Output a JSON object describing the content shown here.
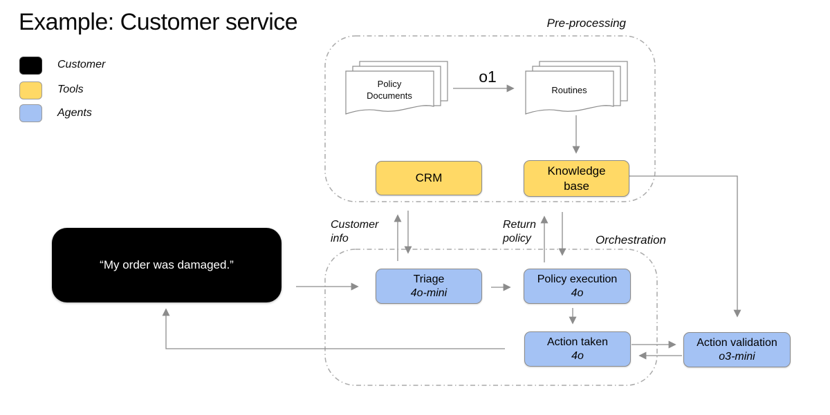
{
  "title": "Example: Customer service",
  "legend": {
    "items": [
      {
        "label": "Customer",
        "color": "#000000"
      },
      {
        "label": "Tools",
        "color": "#FFD966"
      },
      {
        "label": "Agents",
        "color": "#A4C2F4"
      }
    ]
  },
  "sections": {
    "preprocessing": "Pre-processing",
    "orchestration": "Orchestration"
  },
  "preprocessing": {
    "policy_documents": "Policy Documents",
    "transform_model": "o1",
    "routines": "Routines",
    "crm": "CRM",
    "knowledge_base": "Knowledge base"
  },
  "customer": {
    "message": "“My order was damaged.”"
  },
  "agents": {
    "triage": {
      "name": "Triage",
      "model": "4o-mini"
    },
    "policy_execution": {
      "name": "Policy execution",
      "model": "4o"
    },
    "action_taken": {
      "name": "Action taken",
      "model": "4o"
    },
    "action_validation": {
      "name": "Action validation",
      "model": "o3-mini"
    }
  },
  "flow_labels": {
    "customer_info": "Customer\ninfo",
    "return_policy": "Return\npolicy"
  },
  "colors": {
    "tools": "#FFD966",
    "agents": "#A4C2F4",
    "customer": "#000000",
    "line": "#8C8C8C",
    "dash": "#A9A9A9"
  }
}
